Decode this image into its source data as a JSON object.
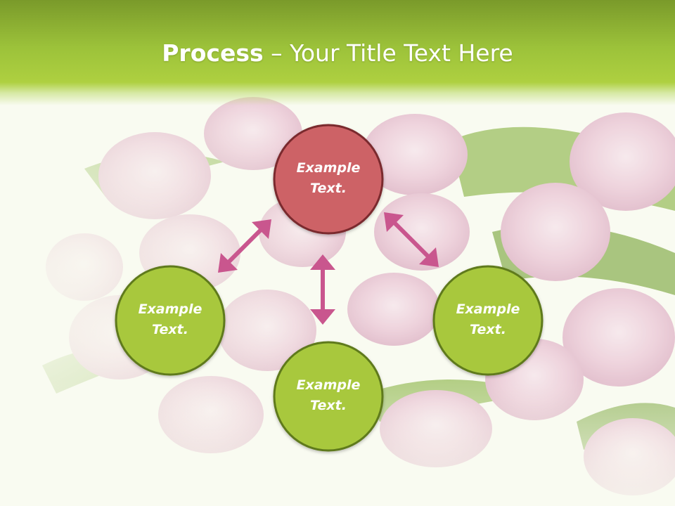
{
  "title": {
    "bold": "Process",
    "dash": " – ",
    "rest": "Your Title Text Here"
  },
  "nodes": [
    {
      "id": "top",
      "line1": "Example",
      "line2": "Text.",
      "fill": "#cd6266",
      "stroke": "#7a2a2e"
    },
    {
      "id": "left",
      "line1": "Example",
      "line2": "Text.",
      "fill": "#a8c83c",
      "stroke": "#5f7a1c"
    },
    {
      "id": "bottom",
      "line1": "Example",
      "line2": "Text.",
      "fill": "#a8c83c",
      "stroke": "#5f7a1c"
    },
    {
      "id": "right",
      "line1": "Example",
      "line2": "Text.",
      "fill": "#a8c83c",
      "stroke": "#5f7a1c"
    }
  ],
  "arrow_color": "#c9568e",
  "colors": {
    "header": "#a6cb3e",
    "background": "#f9fbf1",
    "petal": "#ebc6d6",
    "leaf": "#8fb35a"
  }
}
